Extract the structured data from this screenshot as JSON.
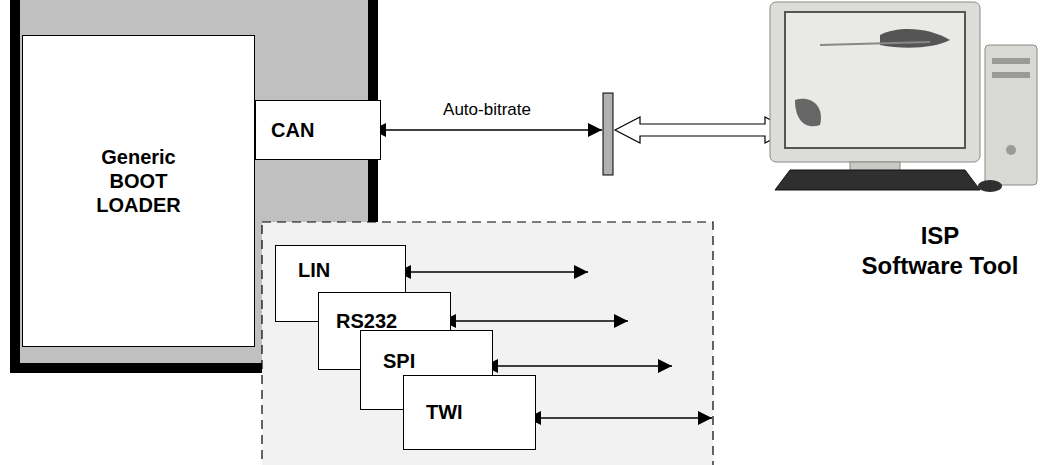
{
  "diagram": {
    "nodes": [
      {
        "text": [
          "Generic BOOT LOADER"
        ]
      },
      {
        "text": [
          "CAN"
        ]
      },
      {
        "text": [
          "LIN"
        ]
      },
      {
        "text": [
          "RS232"
        ]
      },
      {
        "text": [
          "SPI"
        ]
      },
      {
        "text": [
          "TWI"
        ]
      }
    ],
    "labels": [
      "Auto-bitrate",
      "ISP",
      "Software Tool"
    ]
  }
}
